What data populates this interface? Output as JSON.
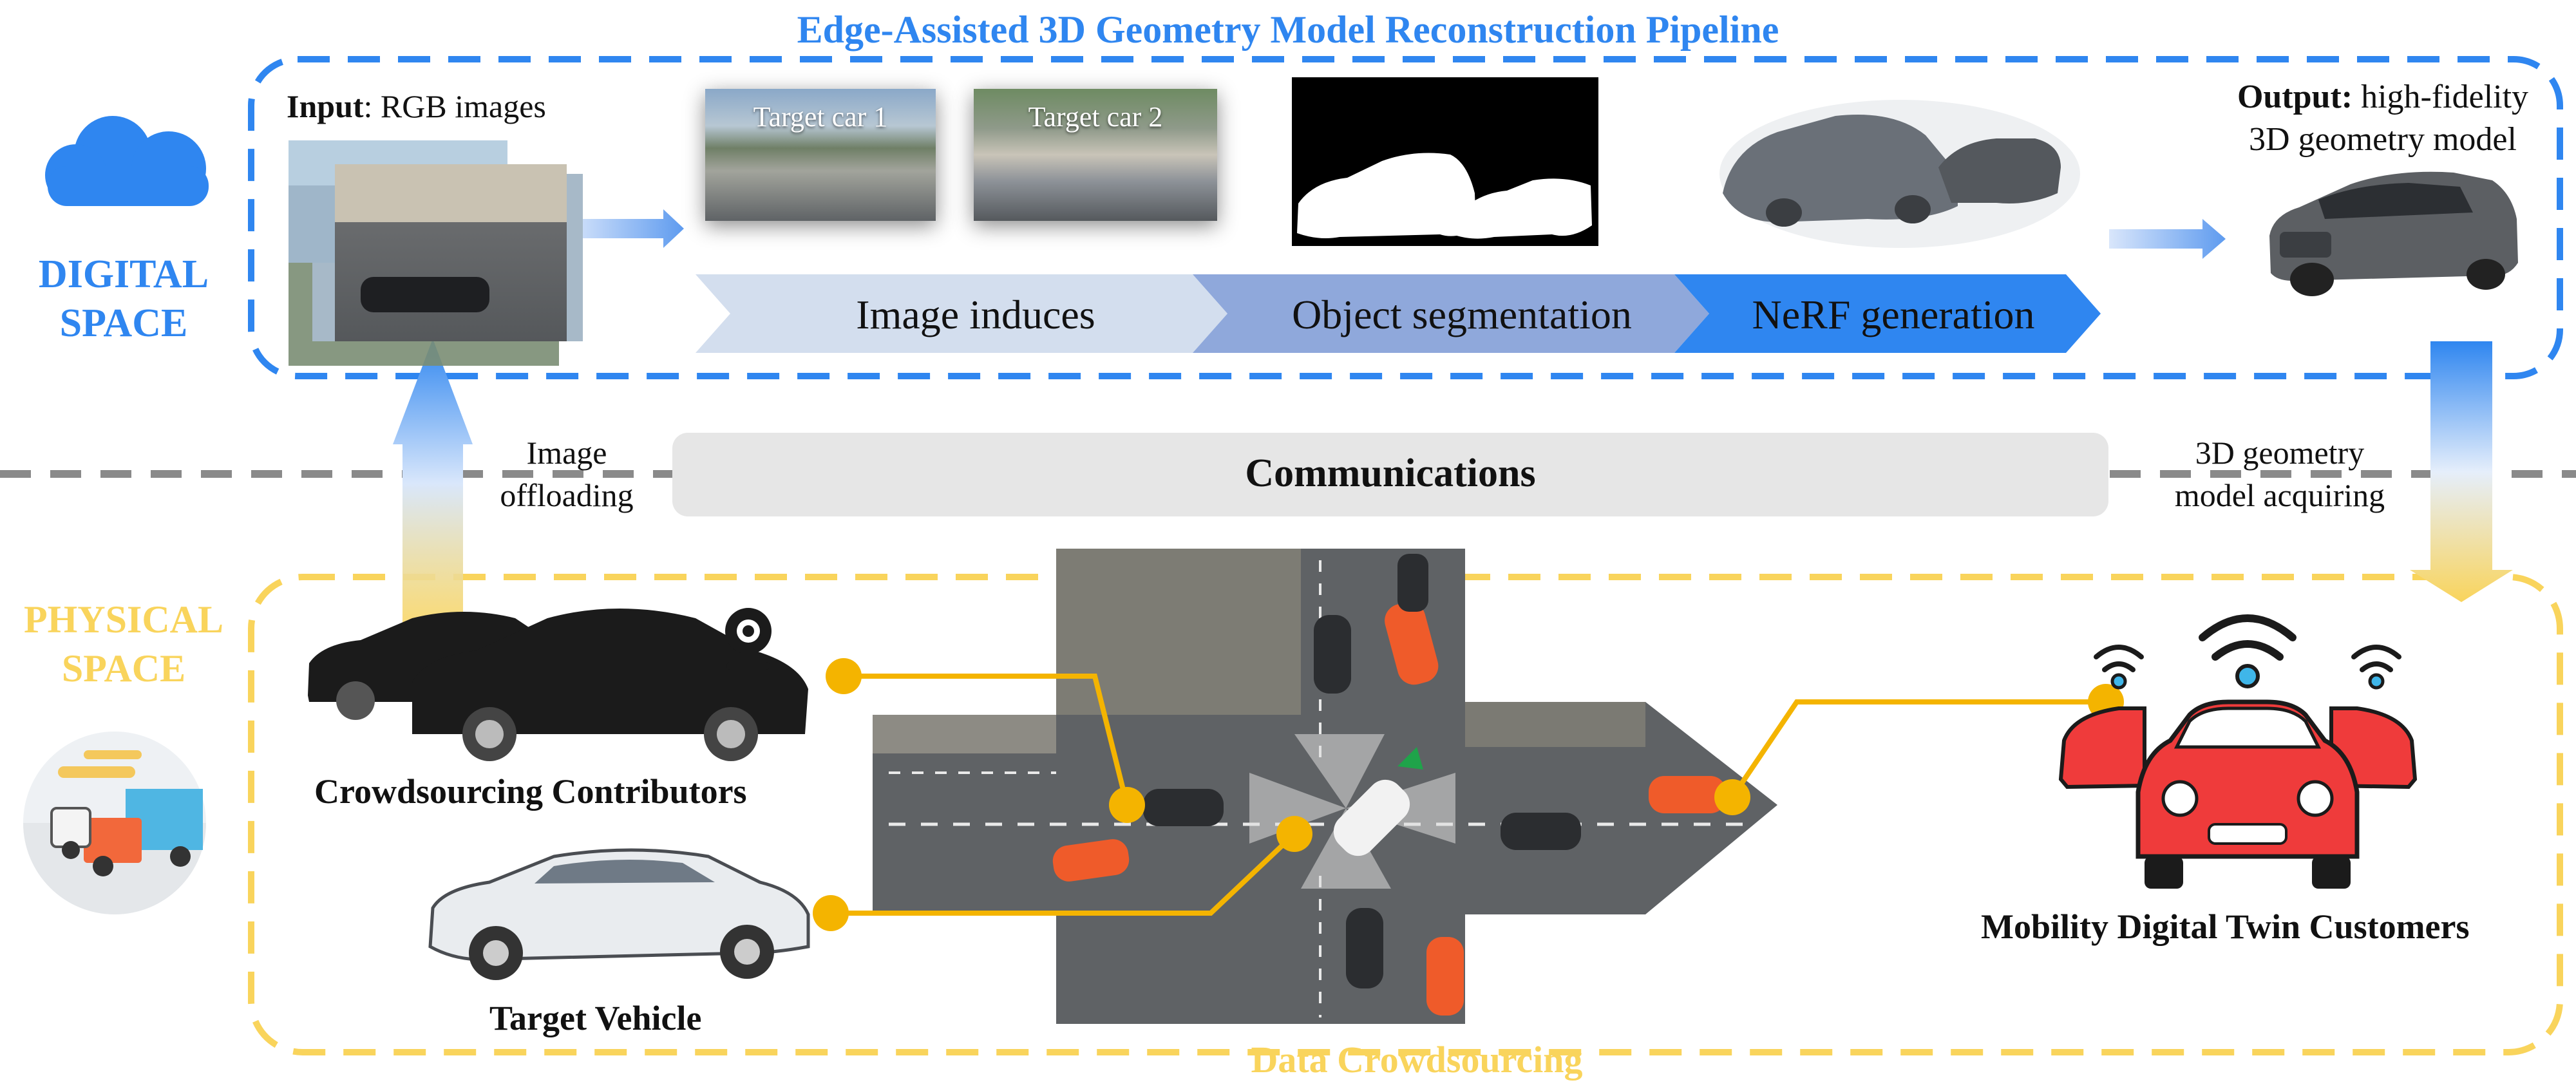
{
  "title": "Edge-Assisted 3D Geometry Model Reconstruction Pipeline",
  "digital_space": {
    "line1": "DIGITAL",
    "line2": "SPACE"
  },
  "physical_space": {
    "line1": "PHYSICAL",
    "line2": "SPACE"
  },
  "input": {
    "bold": "Input",
    "rest": ": RGB images"
  },
  "output": {
    "bold": "Output:",
    "rest": " high-fidelity",
    "line2": "3D geometry model"
  },
  "thumbnails": [
    {
      "label": "Target car 1"
    },
    {
      "label": "Target car 2"
    }
  ],
  "pipeline_steps": [
    "Image induces",
    "Object segmentation",
    "NeRF generation"
  ],
  "communications": "Communications",
  "image_offloading": {
    "line1": "Image",
    "line2": "offloading"
  },
  "model_acquiring": {
    "line1": "3D geometry",
    "line2": "model acquiring"
  },
  "crowdsourcing_contributors": "Crowdsourcing Contributors",
  "target_vehicle": "Target Vehicle",
  "customers": "Mobility Digital Twin Customers",
  "data_crowdsourcing": "Data Crowdsourcing",
  "colors": {
    "digital_blue": "#2f86f0",
    "physical_yellow": "#f9d45c",
    "connector_yellow": "#f4b400",
    "step1": "#d3deee",
    "step2": "#8fa8db",
    "step3": "#2f86f0",
    "comm_bar": "#e6e6e6",
    "vehicle_red": "#ef3b3b",
    "divider": "#8a8a8a"
  }
}
